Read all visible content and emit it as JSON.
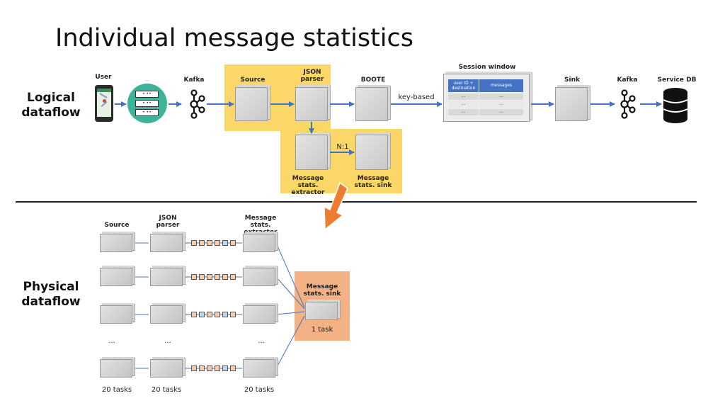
{
  "title": "Individual message statistics",
  "sections": {
    "logical": "Logical dataflow",
    "physical": "Physical dataflow"
  },
  "logical": {
    "user": "User",
    "kafka_in": "Kafka",
    "source": "Source",
    "json_parser": "JSON parser",
    "boote": "BOOTE",
    "key_based": "key-based",
    "session_window": "Session window",
    "session_table": {
      "headers": [
        "user ID + destination",
        "messages"
      ],
      "rows": [
        [
          "...",
          "..."
        ],
        [
          "...",
          "..."
        ],
        [
          "...",
          "..."
        ]
      ]
    },
    "sink": "Sink",
    "kafka_out": "Kafka",
    "service_db": "Service DB",
    "n1": "N:1",
    "extractor": "Message stats. extractor",
    "stats_sink": "Message stats. sink"
  },
  "physical": {
    "source": "Source",
    "json_parser": "JSON parser",
    "extractor": "Message stats. extractor",
    "sink": "Message stats. sink",
    "one_task": "1 task",
    "ellipsis": "...",
    "tasks_source": "20 tasks",
    "tasks_parser": "20 tasks",
    "tasks_extractor": "20 tasks"
  },
  "colors": {
    "highlight": "#fbd76a",
    "arrow": "#4472c4",
    "big_arrow": "#ed7d31",
    "sink_area": "#f4b183",
    "table_header": "#4472c4"
  },
  "icons": [
    "smartphone-map-icon",
    "server-icon",
    "kafka-icon",
    "database-icon"
  ]
}
